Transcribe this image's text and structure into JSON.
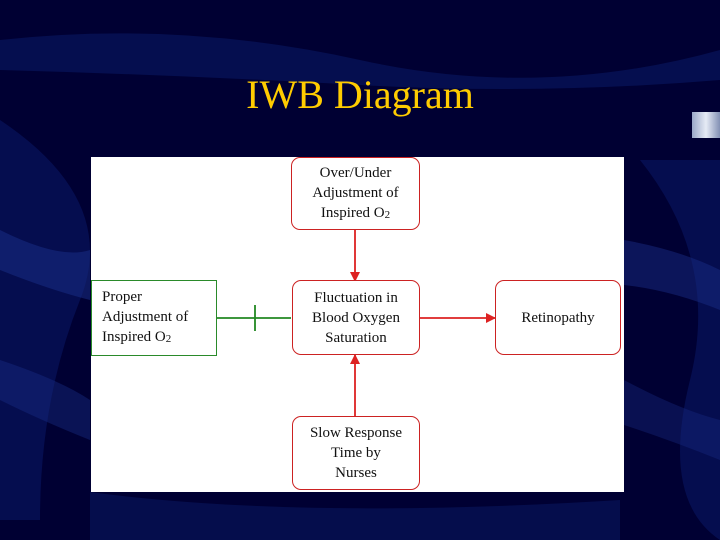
{
  "slide": {
    "title": "IWB Diagram"
  },
  "nodes": {
    "top": {
      "label": "Over/Under\nAdjustment of\nInspired O",
      "sub": "2"
    },
    "left": {
      "label": "Proper\nAdjustment of\nInspired O",
      "sub": "2"
    },
    "center": {
      "label": "Fluctuation in\nBlood Oxygen\nSaturation"
    },
    "right": {
      "label": "Retinopathy"
    },
    "bottom": {
      "label": "Slow Response\nTime by\nNurses"
    }
  },
  "colors": {
    "background": "#000033",
    "title": "#ffcc00",
    "cause_arrow": "#dd2222",
    "inhibit_arrow": "#228822"
  }
}
